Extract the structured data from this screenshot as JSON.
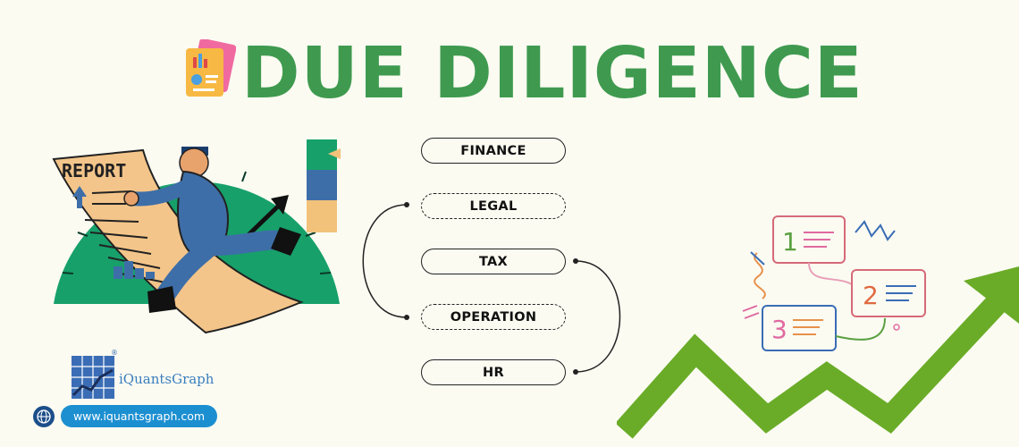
{
  "header": {
    "title": "DUE DILIGENCE",
    "icon": "report-document-icon"
  },
  "illustration": {
    "report_label": "REPORT",
    "icon": "running-man-report-icon"
  },
  "flow": {
    "items": [
      {
        "label": "FINANCE",
        "style": "solid"
      },
      {
        "label": "LEGAL",
        "style": "dashed"
      },
      {
        "label": "TAX",
        "style": "solid"
      },
      {
        "label": "OPERATION",
        "style": "dashed"
      },
      {
        "label": "HR",
        "style": "solid"
      }
    ]
  },
  "brand": {
    "name": "iQuantsGraph",
    "website": "www.iquantsgraph.com"
  },
  "steps": {
    "numbers": [
      "1",
      "2",
      "3"
    ]
  },
  "colors": {
    "title_green": "#3f9a4f",
    "arrow_green": "#6aac28",
    "url_blue": "#1c8fd1",
    "background": "#fbfbf2"
  }
}
